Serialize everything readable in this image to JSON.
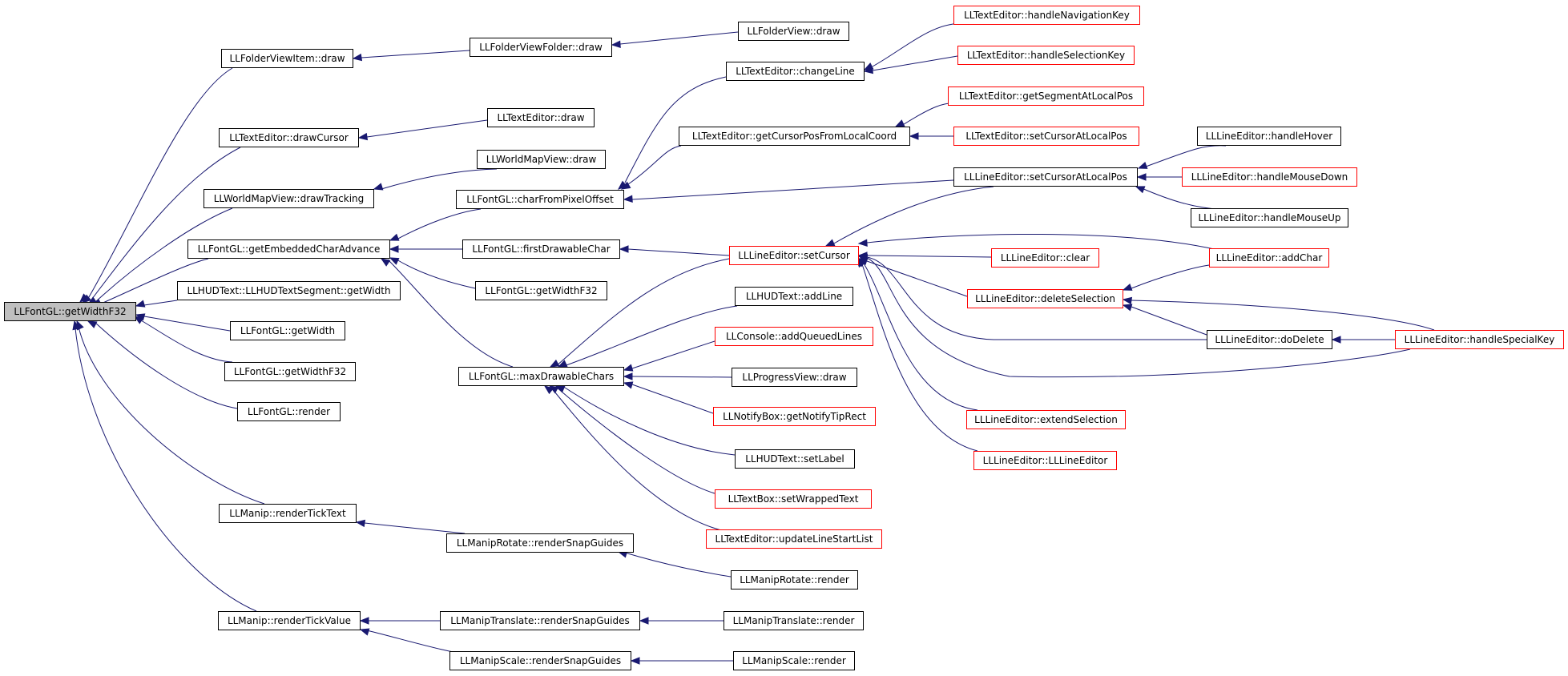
{
  "colors": {
    "edge": "#191970",
    "truncated_border": "#ff0000",
    "root_fill": "#bfbfbf"
  },
  "nodes": {
    "root": "LLFontGL::getWidthF32",
    "folder_item_draw": "LLFolderViewItem::draw",
    "text_draw_cursor": "LLTextEditor::drawCursor",
    "world_draw_tracking": "LLWorldMapView::drawTracking",
    "font_get_embedded_adv": "LLFontGL::getEmbeddedCharAdvance",
    "hud_segment_get_width": "LLHUDText::LLHUDTextSegment::getWidth",
    "font_get_width": "LLFontGL::getWidth",
    "font_get_width_f32_b": "LLFontGL::getWidthF32",
    "font_render": "LLFontGL::render",
    "manip_render_tick_text": "LLManip::renderTickText",
    "manip_render_tick_value": "LLManip::renderTickValue",
    "folder_folder_draw": "LLFolderViewFolder::draw",
    "text_draw": "LLTextEditor::draw",
    "world_draw": "LLWorldMapView::draw",
    "font_char_from_pixel": "LLFontGL::charFromPixelOffset",
    "font_first_drawable": "LLFontGL::firstDrawableChar",
    "font_get_width_f32_c": "LLFontGL::getWidthF32",
    "font_max_drawable": "LLFontGL::maxDrawableChars",
    "rotate_snap": "LLManipRotate::renderSnapGuides",
    "translate_snap": "LLManipTranslate::renderSnapGuides",
    "scale_snap": "LLManipScale::renderSnapGuides",
    "folder_view_draw": "LLFolderView::draw",
    "text_change_line": "LLTextEditor::changeLine",
    "text_cursor_pos_local": "LLTextEditor::getCursorPosFromLocalCoord",
    "line_set_cursor": "LLLineEditor::setCursor",
    "hud_add_line": "LLHUDText::addLine",
    "console_add_queued": "LLConsole::addQueuedLines",
    "progress_draw": "LLProgressView::draw",
    "notify_tip_rect": "LLNotifyBox::getNotifyTipRect",
    "hud_set_label": "LLHUDText::setLabel",
    "textbox_wrapped": "LLTextBox::setWrappedText",
    "text_update_line_start": "LLTextEditor::updateLineStartList",
    "rotate_render": "LLManipRotate::render",
    "translate_render": "LLManipTranslate::render",
    "scale_render": "LLManipScale::render",
    "text_nav_key": "LLTextEditor::handleNavigationKey",
    "text_sel_key": "LLTextEditor::handleSelectionKey",
    "text_segment_local": "LLTextEditor::getSegmentAtLocalPos",
    "text_set_cursor_local": "LLTextEditor::setCursorAtLocalPos",
    "line_set_cursor_local": "LLLineEditor::setCursorAtLocalPos",
    "line_clear": "LLLineEditor::clear",
    "line_delete_sel": "LLLineEditor::deleteSelection",
    "line_extend_sel": "LLLineEditor::extendSelection",
    "line_ctor": "LLLineEditor::LLLineEditor",
    "line_hover": "LLLineEditor::handleHover",
    "line_mouse_down": "LLLineEditor::handleMouseDown",
    "line_mouse_up": "LLLineEditor::handleMouseUp",
    "line_add_char": "LLLineEditor::addChar",
    "line_do_delete": "LLLineEditor::doDelete",
    "line_special_key": "LLLineEditor::handleSpecialKey"
  }
}
